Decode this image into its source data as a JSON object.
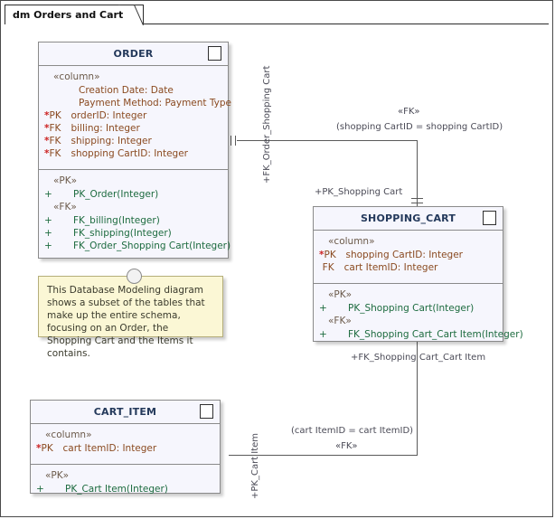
{
  "diagram": {
    "tab_label": "dm Orders and Cart"
  },
  "note": {
    "text": "This Database Modeling diagram shows a subset of the tables that make up the entire schema, focusing on an Order, the Shopping Cart and the Items it contains."
  },
  "tables": [
    {
      "name": "ORDER",
      "icon": "table-icon",
      "columns_stereotype": "«column»",
      "columns": [
        {
          "key": "",
          "name": "Creation Date: Date",
          "mandatory": false,
          "indent": true
        },
        {
          "key": "",
          "name": "Payment Method: Payment Type",
          "mandatory": false,
          "indent": true
        },
        {
          "key": "PK",
          "name": "orderID: Integer",
          "mandatory": true,
          "indent": false
        },
        {
          "key": "FK",
          "name": "billing: Integer",
          "mandatory": true,
          "indent": false
        },
        {
          "key": "FK",
          "name": "shipping: Integer",
          "mandatory": true,
          "indent": false
        },
        {
          "key": "FK",
          "name": "shopping CartID: Integer",
          "mandatory": true,
          "indent": false
        }
      ],
      "operation_groups": [
        {
          "stereotype": "«PK»",
          "operations": [
            "PK_Order(Integer)"
          ]
        },
        {
          "stereotype": "«FK»",
          "operations": [
            "FK_billing(Integer)",
            "FK_shipping(Integer)",
            "FK_Order_Shopping Cart(Integer)"
          ]
        }
      ]
    },
    {
      "name": "SHOPPING_CART",
      "icon": "table-icon",
      "columns_stereotype": "«column»",
      "columns": [
        {
          "key": "PK",
          "name": "shopping CartID: Integer",
          "mandatory": true,
          "indent": false
        },
        {
          "key": "FK",
          "name": "cart ItemID: Integer",
          "mandatory": false,
          "indent": false
        }
      ],
      "operation_groups": [
        {
          "stereotype": "«PK»",
          "operations": [
            "PK_Shopping Cart(Integer)"
          ]
        },
        {
          "stereotype": "«FK»",
          "operations": [
            "FK_Shopping Cart_Cart Item(Integer)"
          ]
        }
      ]
    },
    {
      "name": "CART_ITEM",
      "icon": "table-icon",
      "columns_stereotype": "«column»",
      "columns": [
        {
          "key": "PK",
          "name": "cart ItemID: Integer",
          "mandatory": true,
          "indent": false
        }
      ],
      "operation_groups": [
        {
          "stereotype": "«PK»",
          "operations": [
            "PK_Cart Item(Integer)"
          ]
        }
      ]
    }
  ],
  "connectors": {
    "order_cart": {
      "source_role": "+FK_Order_Shopping Cart",
      "target_role": "+PK_Shopping Cart",
      "stereotype": "«FK»",
      "constraint": "(shopping CartID = shopping CartID)"
    },
    "cart_item": {
      "source_role": "+FK_Shopping Cart_Cart Item",
      "target_role": "+PK_Cart Item",
      "stereotype": "«FK»",
      "constraint": "(cart ItemID = cart ItemID)"
    }
  },
  "colors": {
    "element_fill": "#f6f6fd",
    "element_border": "#8a8a8a",
    "title": "#24395b",
    "attribute": "#8a4a20",
    "operation": "#1d6b3f",
    "mandatory": "#cc2222",
    "note_fill": "#fbf7d5",
    "connector": "#5a5a5a",
    "icon_accent": "#1f86d8"
  }
}
